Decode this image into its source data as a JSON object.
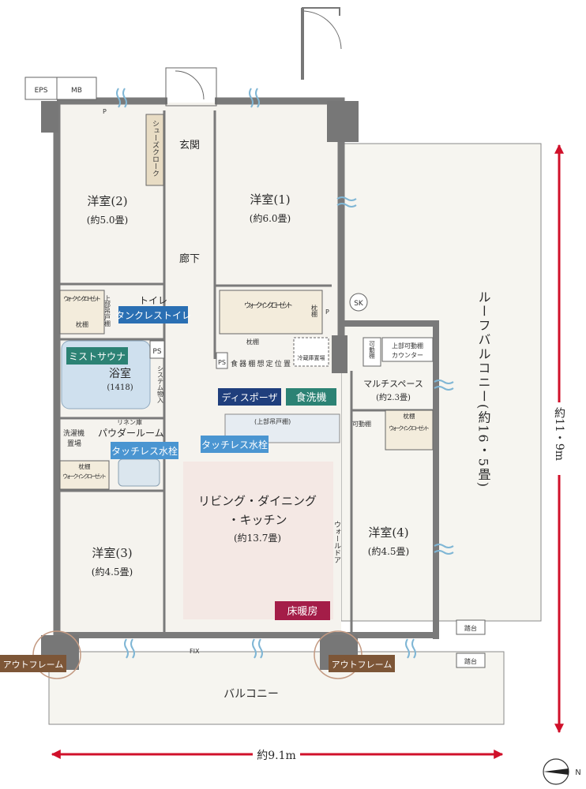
{
  "rooms": {
    "bedroom1": {
      "name": "洋室(1)",
      "area": "(約6.0畳)"
    },
    "bedroom2": {
      "name": "洋室(2)",
      "area": "(約5.0畳)"
    },
    "bedroom3": {
      "name": "洋室(3)",
      "area": "(約4.5畳)"
    },
    "bedroom4": {
      "name": "洋室(4)",
      "area": "(約4.5畳)"
    },
    "ldk": {
      "name_line1": "リビング・ダイニング",
      "name_line2": "・キッチン",
      "area": "(約13.7畳)"
    },
    "entrance": "玄関",
    "corridor": "廊下",
    "bath": {
      "name": "浴室",
      "size": "(1418)"
    },
    "powder": "パウダールーム",
    "toilet": "トイレ",
    "multi": {
      "name": "マルチスペース",
      "area": "(約2.3畳)"
    },
    "balcony": "バルコニー",
    "roof_balcony": "ルーフバルコニー(約16・5畳)"
  },
  "fixtures": {
    "eps": "EPS",
    "mb": "MB",
    "shoe_closet": "シューズクローク",
    "wic1": "ウォークインクローゼット",
    "wic2": "ウォークインクローゼット",
    "wic3": "ウォークインクローゼット",
    "wic4": "ウォークインクローゼット",
    "shelf": "枕棚",
    "upper_cabinet": "上部吊戸棚",
    "upper_cabinet_kitchen": "(上部吊戸棚)",
    "upper_movable": "上部可動棚",
    "counter": "カウンター",
    "movable_shelf": "可動棚",
    "ps": "PS",
    "p": "P",
    "sk": "SK",
    "dish_rack": "食器棚想定位置",
    "fridge": "冷蔵庫置場",
    "system_storage": "システム物入",
    "linen": "リネン庫",
    "washer": "洗濯機置場",
    "wall_door": "ウォールドア",
    "fix": "FIX",
    "step": "踏台"
  },
  "tags": {
    "tankless": "タンクレストイレ",
    "mist_sauna": "ミストサウナ",
    "disposer": "ディスポーザ",
    "dishwasher": "食洗機",
    "touchless1": "タッチレス水栓",
    "touchless2": "タッチレス水栓",
    "floor_heating": "床暖房",
    "out_frame1": "アウトフレーム",
    "out_frame2": "アウトフレーム"
  },
  "dimensions": {
    "width": "約9.1m",
    "height": "約11・9m"
  },
  "compass": "N",
  "colors": {
    "wall": "#7a7a7a",
    "floor": "#f5f3ee",
    "ldk": "#f4e8e4",
    "tag_blue": "#2a6fb3",
    "tag_navy": "#1f3e7c",
    "tag_teal": "#2c8274",
    "tag_light_blue": "#4a95d1",
    "tag_crimson": "#a41d48",
    "tag_brown": "#7d5637",
    "arrow": "#d0102a"
  }
}
